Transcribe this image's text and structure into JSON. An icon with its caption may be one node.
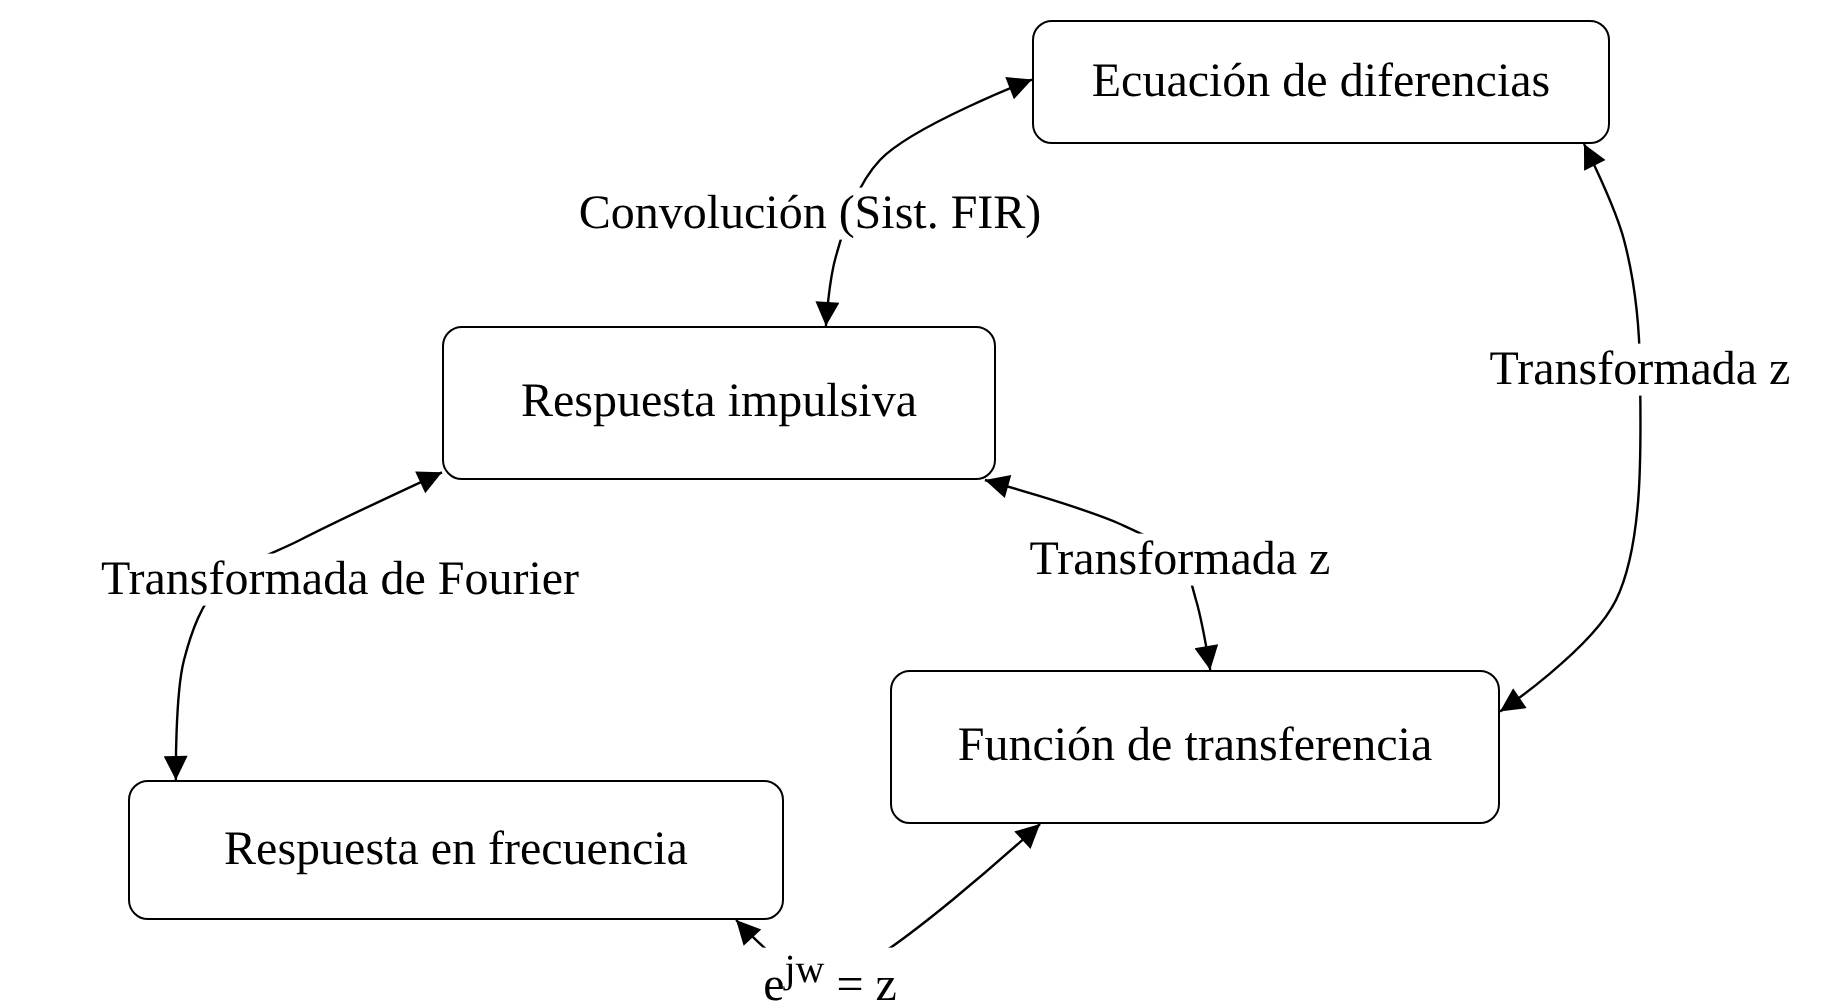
{
  "diagram": {
    "nodes": [
      {
        "text": [
          "Ecuación de diferencias"
        ]
      },
      {
        "text": [
          "Respuesta impulsiva"
        ]
      },
      {
        "text": [
          "Función de transferencia"
        ]
      },
      {
        "text": [
          "Respuesta en frecuencia"
        ]
      }
    ],
    "edges": [
      {
        "from": 1,
        "to": 0,
        "arrow": "both",
        "label": "Convolución (Sist. FIR)"
      },
      {
        "from": 0,
        "to": 2,
        "arrow": "both",
        "label": "Transformada z"
      },
      {
        "from": 2,
        "to": 1,
        "arrow": "both",
        "label": "Transformada z"
      },
      {
        "from": 1,
        "to": 3,
        "arrow": "both",
        "label": "Transformada de Fourier"
      },
      {
        "from": 3,
        "to": 2,
        "arrow": "both",
        "label": "e$^{jw}$ = z"
      }
    ]
  }
}
